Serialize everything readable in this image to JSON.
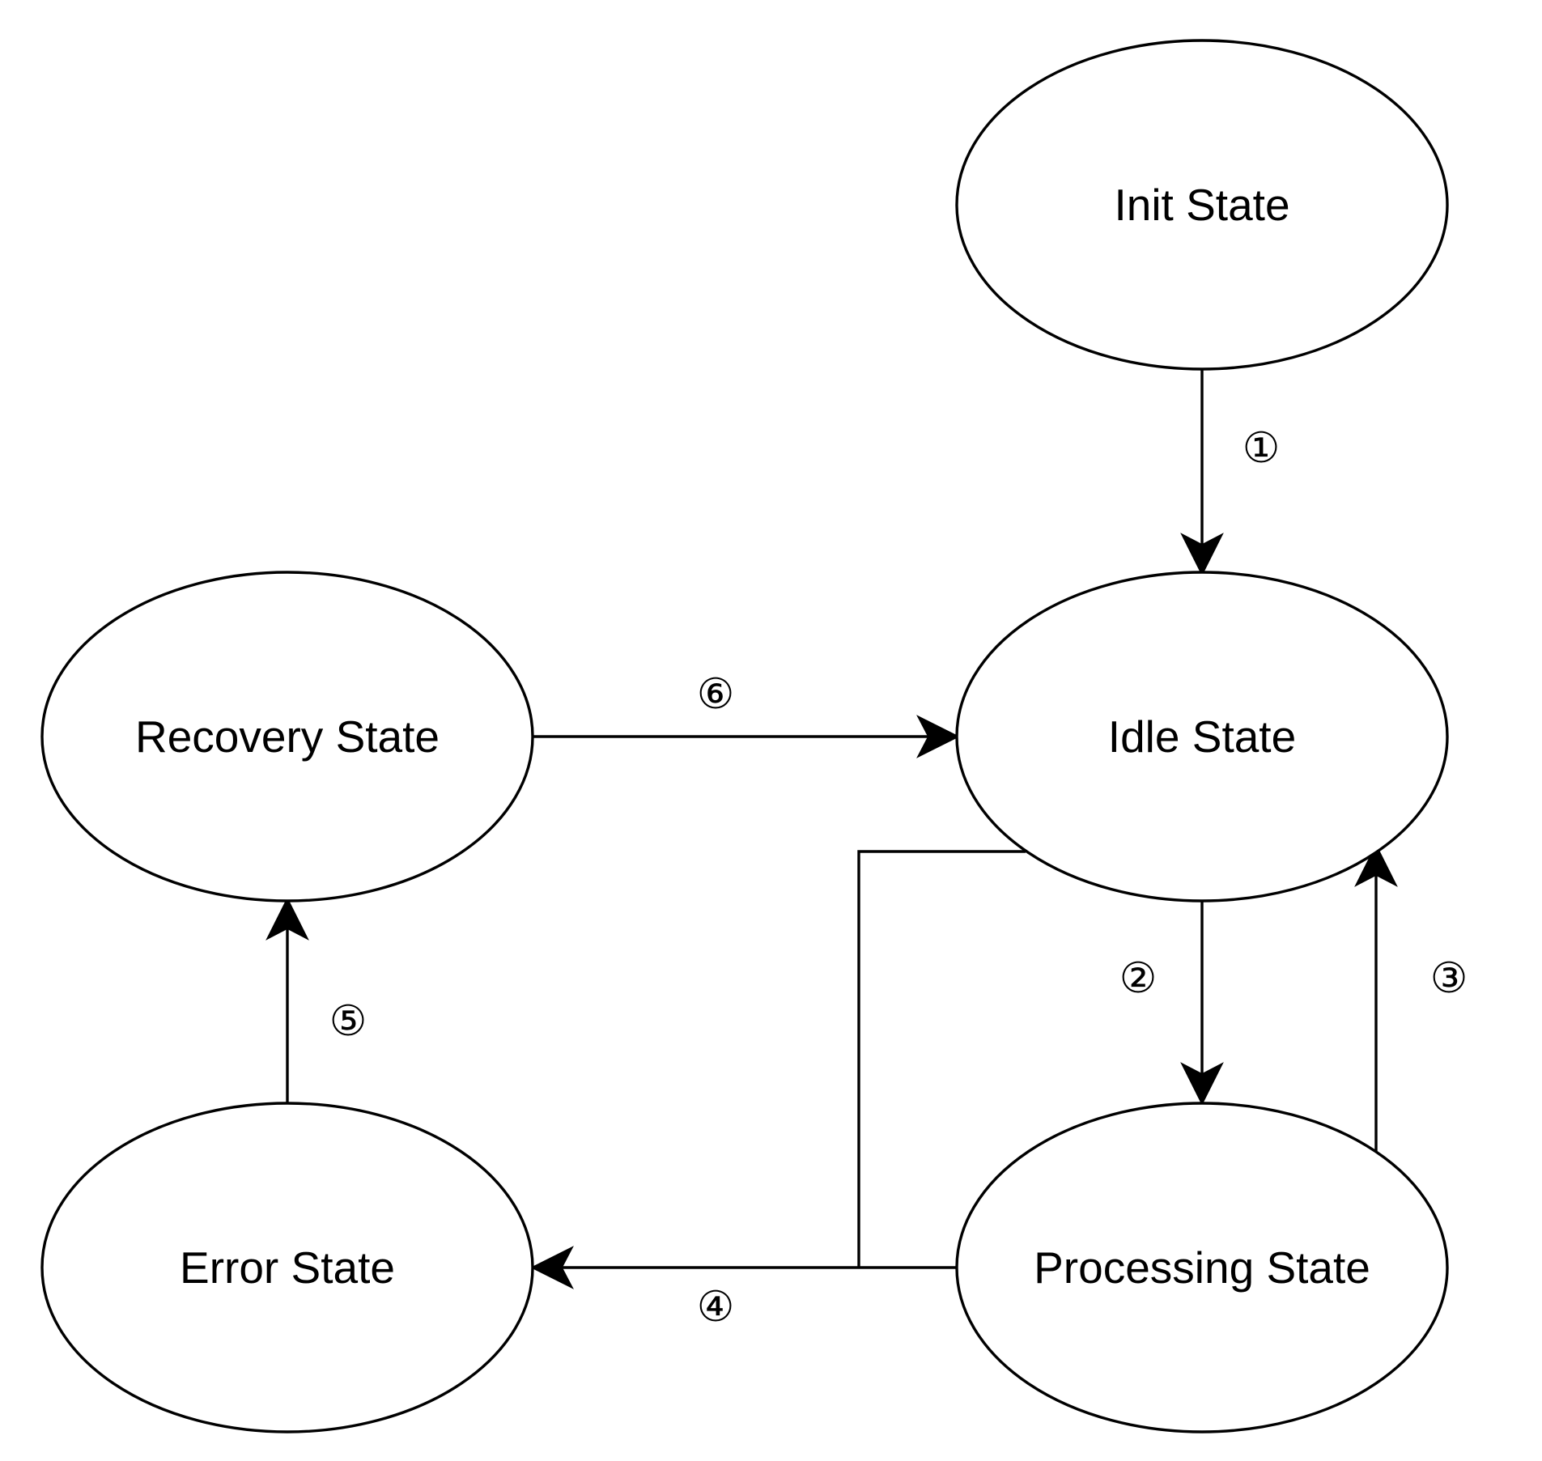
{
  "diagram": {
    "states": {
      "init": "Init State",
      "idle": "Idle State",
      "processing": "Processing State",
      "error": "Error State",
      "recovery": "Recovery State"
    },
    "transitions": {
      "t1": "①",
      "t2": "②",
      "t3": "③",
      "t4": "④",
      "t5": "⑤",
      "t6": "⑥"
    }
  }
}
